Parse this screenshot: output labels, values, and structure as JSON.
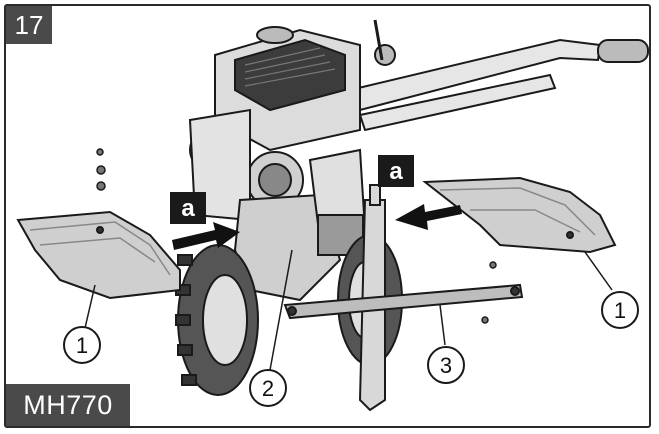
{
  "figure": {
    "number": "17",
    "model": "MH770"
  },
  "labels": {
    "a_left": "a",
    "a_right": "a"
  },
  "callouts": {
    "left_shield": "1",
    "right_shield": "1",
    "center": "2",
    "bracket": "3"
  },
  "colors": {
    "line": "#1a1a1a",
    "fill_light": "#d9d9d9",
    "fill_mid": "#a8a8a8",
    "fill_dark": "#3c3c3c",
    "tag_bg": "#1a1a1a"
  }
}
